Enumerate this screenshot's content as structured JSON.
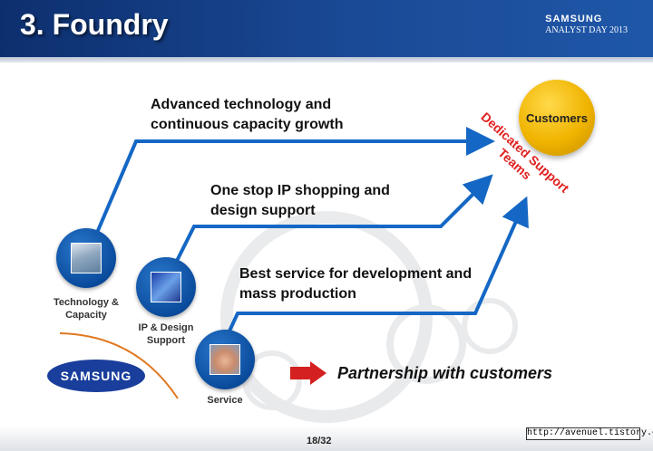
{
  "header": {
    "title": "3. Foundry",
    "brand_line1": "SAMSUNG",
    "brand_line2": "ANALYST DAY 2013"
  },
  "statements": {
    "tech": [
      "Advanced technology and",
      "continuous capacity  growth"
    ],
    "ip": [
      "One stop IP shopping and",
      "design support"
    ],
    "service": [
      "Best service for development and",
      "mass production"
    ]
  },
  "icons": {
    "tech": {
      "label": [
        "Technology &",
        "Capacity"
      ],
      "icon": "factory-photo-icon"
    },
    "ip": {
      "label": [
        "IP & Design",
        "Support"
      ],
      "icon": "chip-photo-icon"
    },
    "service": {
      "label": [
        "Service"
      ],
      "icon": "handshake-photo-icon"
    }
  },
  "customers": "Customers",
  "dedicated": [
    "Dedicated Support",
    "Teams"
  ],
  "logo": "SAMSUNG",
  "partnership": "Partnership with customers",
  "page_number": "18/32",
  "url_badge": "http://avenuel.tistory.com",
  "colors": {
    "header": "#1a4a96",
    "arrow": "#1467c4",
    "customers": "#f0b400",
    "dedicated_text": "#e02020",
    "red_arrow": "#d42020",
    "orange_curve": "#e07820"
  }
}
